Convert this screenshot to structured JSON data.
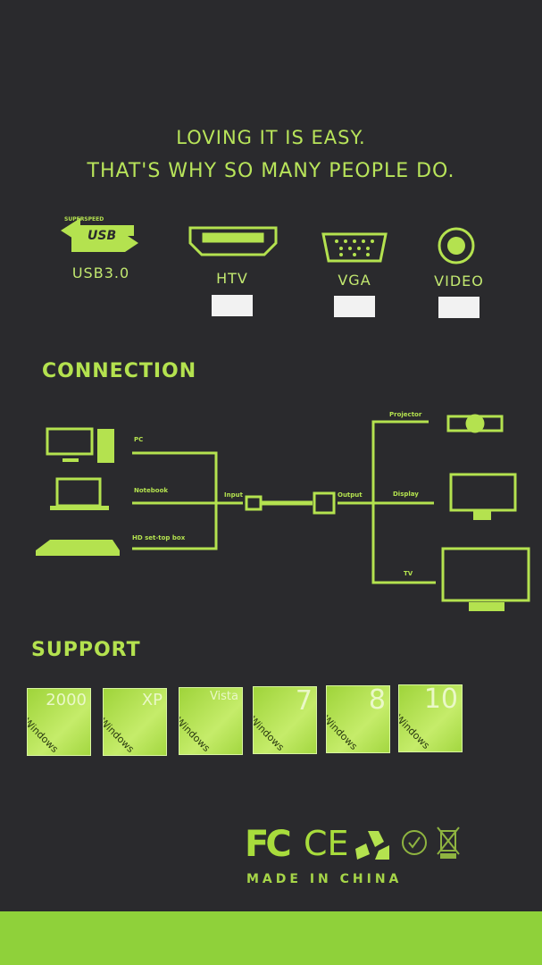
{
  "headline": {
    "line1": "LOVING IT IS EASY.",
    "line2": "THAT'S WHY SO MANY PEOPLE DO."
  },
  "ports": [
    {
      "icon": "usb-superspeed-icon",
      "label": "USB3.0",
      "logo_text": "USB",
      "logo_sub": "SUPERSPEED"
    },
    {
      "icon": "hdmi-port-icon",
      "label": "HTV"
    },
    {
      "icon": "vga-port-icon",
      "label": "VGA"
    },
    {
      "icon": "rca-video-icon",
      "label": "VIDEO"
    }
  ],
  "connection": {
    "title": "CONNECTION",
    "sources": [
      "PC",
      "Notebook",
      "HD set-top box"
    ],
    "input_label": "Input",
    "output_label": "Output",
    "outputs": [
      "Projector",
      "Display",
      "TV"
    ]
  },
  "support": {
    "title": "SUPPORT",
    "os": [
      {
        "brand": "Windows",
        "version": "2000"
      },
      {
        "brand": "Windows",
        "version": "XP"
      },
      {
        "brand": "Windows",
        "version": "Vista"
      },
      {
        "brand": "Windows",
        "version": "7"
      },
      {
        "brand": "Windows",
        "version": "8"
      },
      {
        "brand": "Windows",
        "version": "10"
      }
    ]
  },
  "certifications": {
    "logos": [
      "FC",
      "CE"
    ],
    "made_in": "MADE IN CHINA"
  },
  "colors": {
    "background": "#2a2a2d",
    "accent": "#b4e24f",
    "strip": "#8fd13a"
  }
}
